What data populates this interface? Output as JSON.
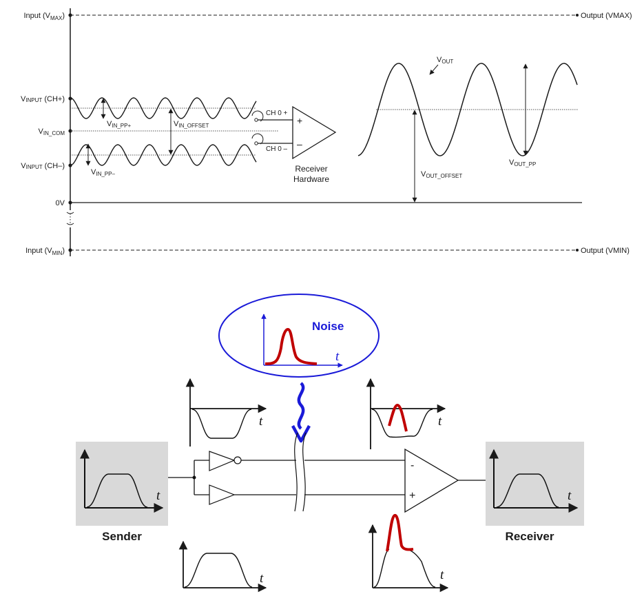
{
  "top": {
    "left_labels": {
      "vmax": {
        "main": "Input (V",
        "sub": "MAX",
        "end": ")"
      },
      "ch_plus": {
        "main": "V",
        "sub": "INPUT",
        "end": " (CH+)"
      },
      "vin_com": {
        "main": "V",
        "sub": "IN_COM",
        "end": ""
      },
      "ch_minus": {
        "main": "V",
        "sub": "INPUT",
        "end": " (CH–)"
      },
      "zero": "0V",
      "vmin": {
        "main": "Input (V",
        "sub": "MIN",
        "end": ")"
      }
    },
    "right_labels": {
      "vmax": {
        "main": "Output (V",
        "sub": "MAX",
        "end": ")"
      },
      "vmin": {
        "main": "Output (V",
        "sub": "MIN",
        "end": ")"
      }
    },
    "annotations": {
      "vin_pp_plus": {
        "main": "V",
        "sub": "IN_PP+"
      },
      "vin_offset": {
        "main": "V",
        "sub": "IN_OFFSET"
      },
      "vin_pp_minus": {
        "main": "V",
        "sub": "IN_PP–"
      },
      "vout": {
        "main": "V",
        "sub": "OUT"
      },
      "vout_offset": {
        "main": "V",
        "sub": "OUT_OFFSET"
      },
      "vout_pp": {
        "main": "V",
        "sub": "OUT_PP"
      }
    },
    "channels": {
      "plus": "CH 0 +",
      "minus": "CH 0 –"
    },
    "amp_signs": {
      "plus": "+",
      "minus": "–"
    },
    "receiver_hardware": [
      "Receiver",
      "Hardware"
    ]
  },
  "bottom": {
    "noise_label": "Noise",
    "sender_label": "Sender",
    "receiver_label": "Receiver",
    "time_axis": "t",
    "amp_minus": "-",
    "amp_plus": "+"
  },
  "colors": {
    "line": "#1a1a1a",
    "noise_red": "#c00000",
    "noise_blue": "#1a1ad8",
    "box_gray": "#d9d9d9"
  }
}
